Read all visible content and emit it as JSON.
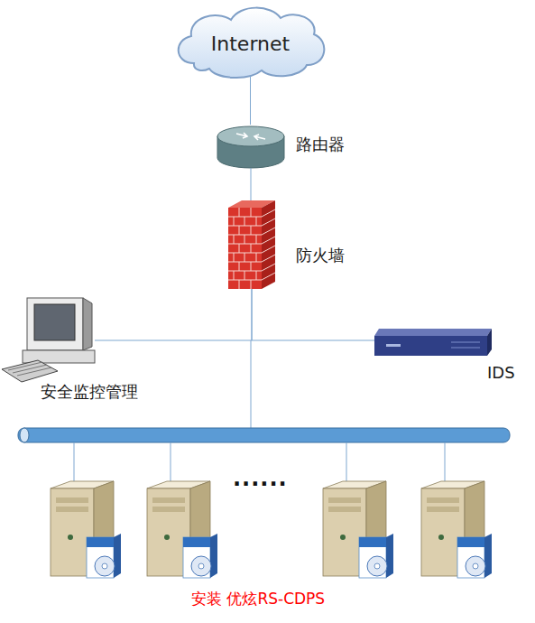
{
  "diagram": {
    "nodes": [
      {
        "text": [
          "Internet"
        ]
      },
      {
        "text": [
          "路由器"
        ]
      },
      {
        "text": [
          "防火墙"
        ]
      },
      {
        "text": [
          "安全监控管理"
        ]
      },
      {
        "text": [
          "IDS"
        ]
      }
    ],
    "edges": [
      {
        "from": 0,
        "to": 1,
        "arrow": "none"
      },
      {
        "from": 1,
        "to": 2,
        "arrow": "none"
      },
      {
        "from": 2,
        "to": 3,
        "arrow": "none"
      },
      {
        "from": 2,
        "to": 4,
        "arrow": "none"
      }
    ],
    "labels": [
      "......",
      "安装 优炫RS-CDPS"
    ]
  }
}
